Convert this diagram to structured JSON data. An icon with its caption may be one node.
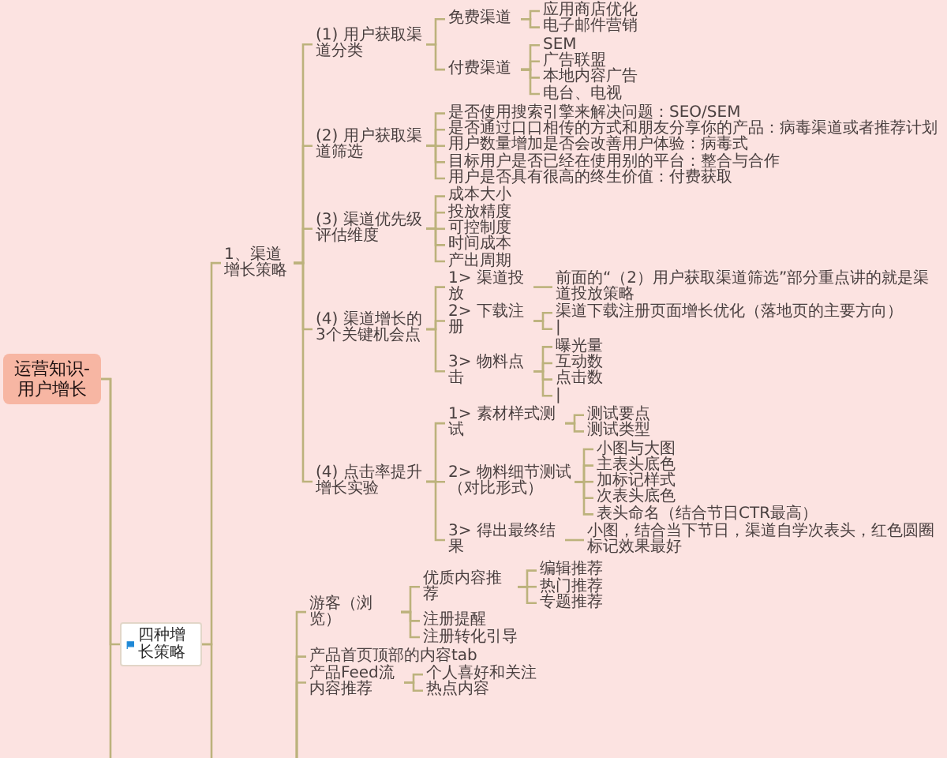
{
  "diagram": {
    "nodes": [
      {
        "text": [
          "运营知识-用户增长"
        ]
      },
      {
        "text": [
          "四种增长策略"
        ]
      },
      {
        "text": [
          "1、渠道增长策略"
        ]
      },
      {
        "text": [
          "(1) 用户获取渠道分类"
        ]
      },
      {
        "text": [
          "免费渠道"
        ]
      },
      {
        "text": [
          "应用商店优化"
        ]
      },
      {
        "text": [
          "电子邮件营销"
        ]
      },
      {
        "text": [
          "付费渠道"
        ]
      },
      {
        "text": [
          "SEM"
        ]
      },
      {
        "text": [
          "广告联盟"
        ]
      },
      {
        "text": [
          "本地内容广告"
        ]
      },
      {
        "text": [
          "电台、电视"
        ]
      },
      {
        "text": [
          "(2) 用户获取渠道筛选"
        ]
      },
      {
        "text": [
          "是否使用搜索引擎来解决问题：SEO/SEM"
        ]
      },
      {
        "text": [
          "是否通过口口相传的方式和朋友分享你的产品：病毒渠道或者推荐计划"
        ]
      },
      {
        "text": [
          "用户数量增加是否会改善用户体验：病毒式"
        ]
      },
      {
        "text": [
          "目标用户是否已经在使用别的平台：整合与合作"
        ]
      },
      {
        "text": [
          "用户是否具有很高的终生价值：付费获取"
        ]
      },
      {
        "text": [
          "(3) 渠道优先级评估维度"
        ]
      },
      {
        "text": [
          "成本大小"
        ]
      },
      {
        "text": [
          "投放精度"
        ]
      },
      {
        "text": [
          "可控制度"
        ]
      },
      {
        "text": [
          "时间成本"
        ]
      },
      {
        "text": [
          "产出周期"
        ]
      },
      {
        "text": [
          "(4) 渠道增长的3个关键机会点"
        ]
      },
      {
        "text": [
          "1> 渠道投放"
        ]
      },
      {
        "text": [
          "前面的“（2）用户获取渠道筛选”部分重点讲的就是渠道投放策略"
        ]
      },
      {
        "text": [
          "2> 下载注册"
        ]
      },
      {
        "text": [
          "渠道下载注册页面增长优化（落地页的主要方向）"
        ]
      },
      {
        "text": [
          "|"
        ]
      },
      {
        "text": [
          "3> 物料点击"
        ]
      },
      {
        "text": [
          "曝光量"
        ]
      },
      {
        "text": [
          "互动数"
        ]
      },
      {
        "text": [
          "点击数"
        ]
      },
      {
        "text": [
          "|"
        ]
      },
      {
        "text": [
          "(4) 点击率提升增长实验"
        ]
      },
      {
        "text": [
          "1> 素材样式测试"
        ]
      },
      {
        "text": [
          "测试要点"
        ]
      },
      {
        "text": [
          "测试类型"
        ]
      },
      {
        "text": [
          "2> 物料细节测试（对比形式）"
        ]
      },
      {
        "text": [
          "小图与大图"
        ]
      },
      {
        "text": [
          "主表头底色"
        ]
      },
      {
        "text": [
          "加标记样式"
        ]
      },
      {
        "text": [
          "次表头底色"
        ]
      },
      {
        "text": [
          "表头命名（结合节日CTR最高）"
        ]
      },
      {
        "text": [
          "3> 得出最终结果"
        ]
      },
      {
        "text": [
          "小图，结合当下节日，渠道自学次表头，红色圆圈标记效果最好"
        ]
      },
      {
        "text": [
          "游客（浏览）"
        ]
      },
      {
        "text": [
          "优质内容推荐"
        ]
      },
      {
        "text": [
          "编辑推荐"
        ]
      },
      {
        "text": [
          "热门推荐"
        ]
      },
      {
        "text": [
          "专题推荐"
        ]
      },
      {
        "text": [
          "注册提醒"
        ]
      },
      {
        "text": [
          "注册转化引导"
        ]
      },
      {
        "text": [
          "产品首页顶部的内容tab"
        ]
      },
      {
        "text": [
          "产品Feed流内容推荐"
        ]
      },
      {
        "text": [
          "个人喜好和关注"
        ]
      },
      {
        "text": [
          "热点内容"
        ]
      }
    ],
    "edges": [
      {
        "from": 0,
        "to": null,
        "arrow": "none"
      },
      {
        "from": 0,
        "to": 1,
        "arrow": "none"
      },
      {
        "from": 1,
        "to": 2,
        "arrow": "none"
      },
      {
        "from": 1,
        "to": null,
        "arrow": "none"
      },
      {
        "from": 2,
        "to": 3,
        "arrow": "none"
      },
      {
        "from": 3,
        "to": 4,
        "arrow": "none"
      },
      {
        "from": 4,
        "to": 5,
        "arrow": "none"
      },
      {
        "from": 4,
        "to": 6,
        "arrow": "none"
      },
      {
        "from": 3,
        "to": 7,
        "arrow": "none"
      },
      {
        "from": 7,
        "to": 8,
        "arrow": "none"
      },
      {
        "from": 7,
        "to": 9,
        "arrow": "none"
      },
      {
        "from": 7,
        "to": 10,
        "arrow": "none"
      },
      {
        "from": 7,
        "to": 11,
        "arrow": "none"
      },
      {
        "from": 2,
        "to": 12,
        "arrow": "none"
      },
      {
        "from": 12,
        "to": 13,
        "arrow": "none"
      },
      {
        "from": 12,
        "to": 14,
        "arrow": "none"
      },
      {
        "from": 12,
        "to": 15,
        "arrow": "none"
      },
      {
        "from": 12,
        "to": 16,
        "arrow": "none"
      },
      {
        "from": 12,
        "to": 17,
        "arrow": "none"
      },
      {
        "from": 2,
        "to": 18,
        "arrow": "none"
      },
      {
        "from": 18,
        "to": 19,
        "arrow": "none"
      },
      {
        "from": 18,
        "to": 20,
        "arrow": "none"
      },
      {
        "from": 18,
        "to": 21,
        "arrow": "none"
      },
      {
        "from": 18,
        "to": 22,
        "arrow": "none"
      },
      {
        "from": 18,
        "to": 23,
        "arrow": "none"
      },
      {
        "from": 2,
        "to": 24,
        "arrow": "none"
      },
      {
        "from": 24,
        "to": 25,
        "arrow": "none"
      },
      {
        "from": 25,
        "to": 26,
        "arrow": "none"
      },
      {
        "from": 24,
        "to": 27,
        "arrow": "none"
      },
      {
        "from": 27,
        "to": 28,
        "arrow": "none"
      },
      {
        "from": 27,
        "to": 29,
        "arrow": "none"
      },
      {
        "from": 24,
        "to": 30,
        "arrow": "none"
      },
      {
        "from": 30,
        "to": 31,
        "arrow": "none"
      },
      {
        "from": 30,
        "to": 32,
        "arrow": "none"
      },
      {
        "from": 30,
        "to": 33,
        "arrow": "none"
      },
      {
        "from": 30,
        "to": 34,
        "arrow": "none"
      },
      {
        "from": 2,
        "to": 35,
        "arrow": "none"
      },
      {
        "from": 35,
        "to": 36,
        "arrow": "none"
      },
      {
        "from": 36,
        "to": 37,
        "arrow": "none"
      },
      {
        "from": 36,
        "to": 38,
        "arrow": "none"
      },
      {
        "from": 35,
        "to": 39,
        "arrow": "none"
      },
      {
        "from": 39,
        "to": 40,
        "arrow": "none"
      },
      {
        "from": 39,
        "to": 41,
        "arrow": "none"
      },
      {
        "from": 39,
        "to": 42,
        "arrow": "none"
      },
      {
        "from": 39,
        "to": 43,
        "arrow": "none"
      },
      {
        "from": 39,
        "to": 44,
        "arrow": "none"
      },
      {
        "from": 35,
        "to": 45,
        "arrow": "none"
      },
      {
        "from": 45,
        "to": 46,
        "arrow": "none"
      },
      {
        "from": null,
        "to": 47,
        "arrow": "none"
      },
      {
        "from": 47,
        "to": 48,
        "arrow": "none"
      },
      {
        "from": 48,
        "to": 49,
        "arrow": "none"
      },
      {
        "from": 48,
        "to": 50,
        "arrow": "none"
      },
      {
        "from": 48,
        "to": 51,
        "arrow": "none"
      },
      {
        "from": 47,
        "to": 52,
        "arrow": "none"
      },
      {
        "from": 47,
        "to": 53,
        "arrow": "none"
      },
      {
        "from": null,
        "to": 54,
        "arrow": "none"
      },
      {
        "from": null,
        "to": 55,
        "arrow": "none"
      },
      {
        "from": 55,
        "to": 56,
        "arrow": "none"
      },
      {
        "from": 55,
        "to": 57,
        "arrow": "none"
      }
    ]
  }
}
